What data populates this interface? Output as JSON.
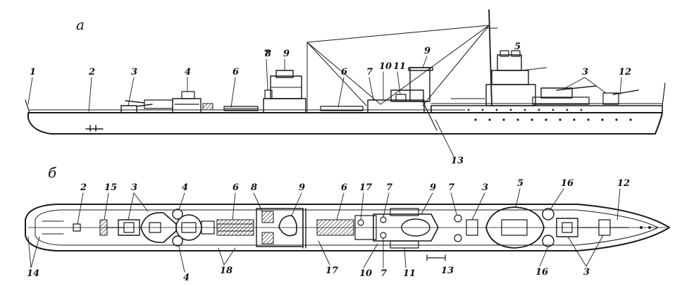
{
  "views": {
    "side": {
      "letter": "а"
    },
    "plan": {
      "letter": "б"
    }
  },
  "side_labels": [
    "1",
    "2",
    "3",
    "4",
    "6",
    "7",
    "8",
    "9",
    "6",
    "7",
    "10",
    "11",
    "9",
    "5",
    "3",
    "12",
    "13"
  ],
  "plan_labels": [
    "2",
    "15",
    "3",
    "4",
    "4",
    "6",
    "18",
    "8",
    "9",
    "6",
    "17",
    "7",
    "17",
    "10",
    "7",
    "11",
    "9",
    "7",
    "13",
    "3",
    "5",
    "16",
    "16",
    "12",
    "3",
    "14"
  ],
  "colors": {
    "ink": "#1a1a1a",
    "background": "#ffffff"
  }
}
